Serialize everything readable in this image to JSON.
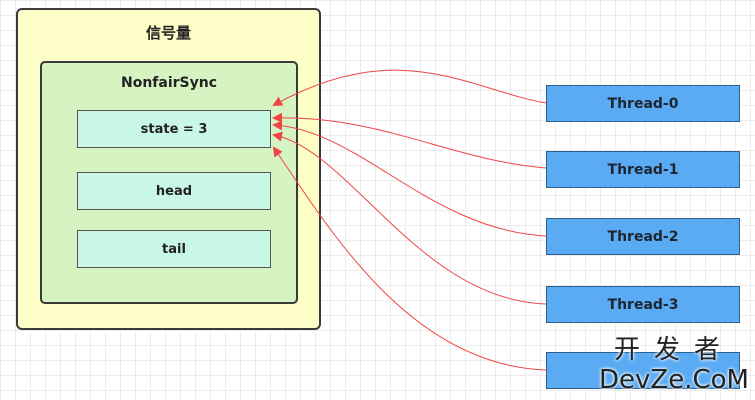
{
  "semaphore": {
    "title": "信号量",
    "sync": {
      "title": "NonfairSync",
      "fields": [
        "state = 3",
        "head",
        "tail"
      ]
    }
  },
  "threads": [
    "Thread-0",
    "Thread-1",
    "Thread-2",
    "Thread-3",
    ""
  ],
  "watermark": {
    "line1": "开发者",
    "line2": "DevZe.CoM"
  },
  "colors": {
    "semaphore_fill": "#fdfdc8",
    "sync_fill": "#d6f3c2",
    "field_fill": "#c8f7e6",
    "thread_fill": "#5aabf3",
    "arrow": "#f04545"
  }
}
